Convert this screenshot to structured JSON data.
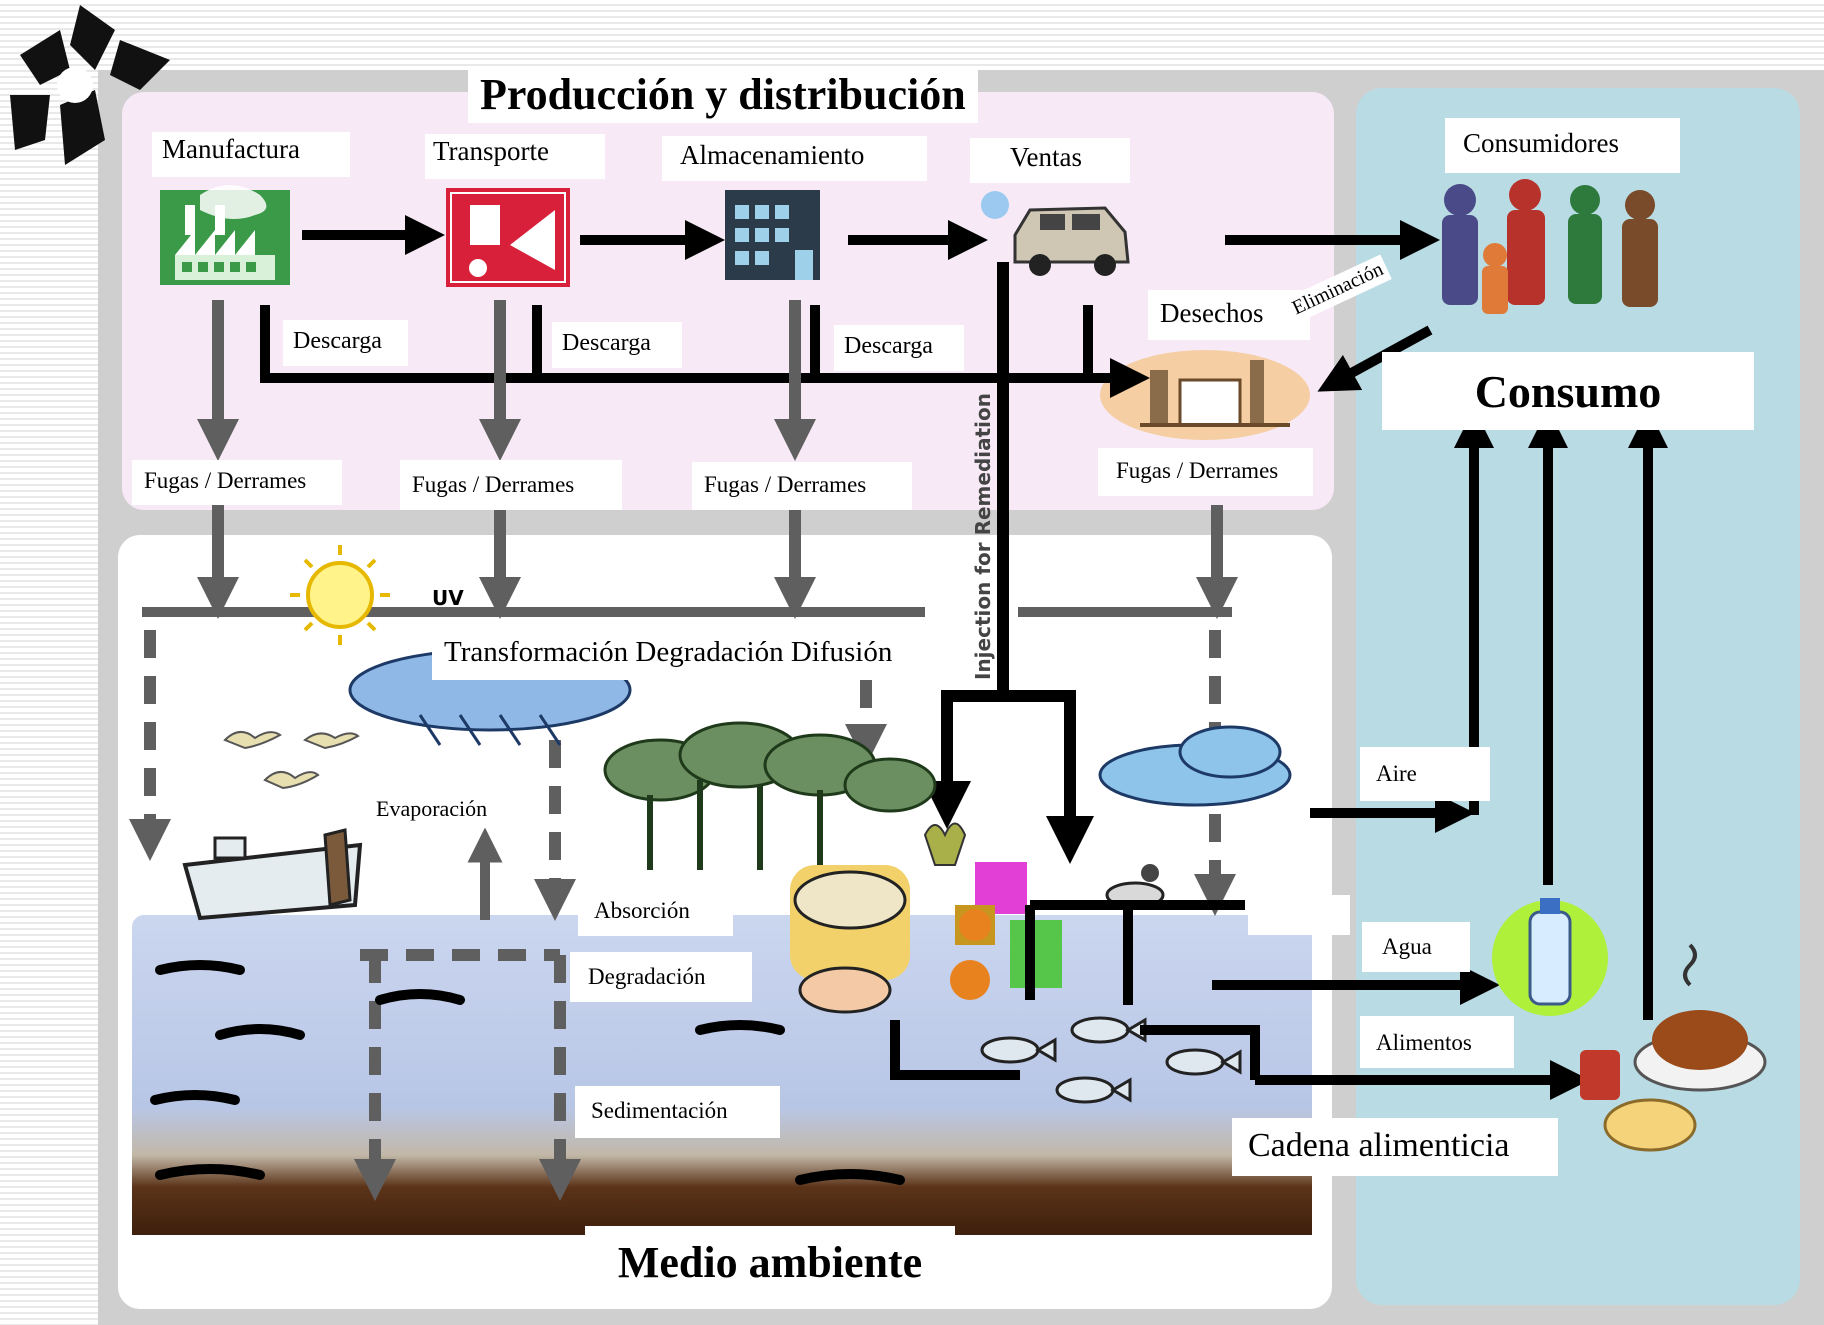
{
  "sections": {
    "production_title": "Producción y distribución",
    "consumption_title": "Consumo",
    "environment_title": "Medio ambiente"
  },
  "stages": {
    "manufacturing": "Manufactura",
    "transport": "Transporte",
    "storage": "Almacenamiento",
    "sales": "Ventas",
    "consumers": "Consumidores",
    "waste": "Desechos"
  },
  "flows": {
    "discharge_1": "Descarga",
    "discharge_2": "Descarga",
    "discharge_3": "Descarga",
    "elimination": "Eliminación",
    "leaks_1": "Fugas / Derrames",
    "leaks_2": "Fugas / Derrames",
    "leaks_3": "Fugas / Derrames",
    "leaks_4": "Fugas / Derrames",
    "injection": "Injection for Remediation",
    "uv": "UV"
  },
  "processes": {
    "transformation": "Transformación Degradación Difusión",
    "evaporation": "Evaporación",
    "absorption": "Absorción",
    "degradation": "Degradación",
    "sedimentation": "Sedimentación",
    "food_chain": "Cadena alimenticia"
  },
  "exposure": {
    "air": "Aire",
    "water": "Agua",
    "food": "Alimentos"
  },
  "colors": {
    "production_panel": "#f7eaf6",
    "consumption_panel": "#b9dbe4",
    "frame": "#cfcfcf",
    "arrow_black": "#000000",
    "arrow_gray": "#5f5f5f",
    "factory_green": "#3a9a48",
    "truck_red": "#d8203a"
  }
}
